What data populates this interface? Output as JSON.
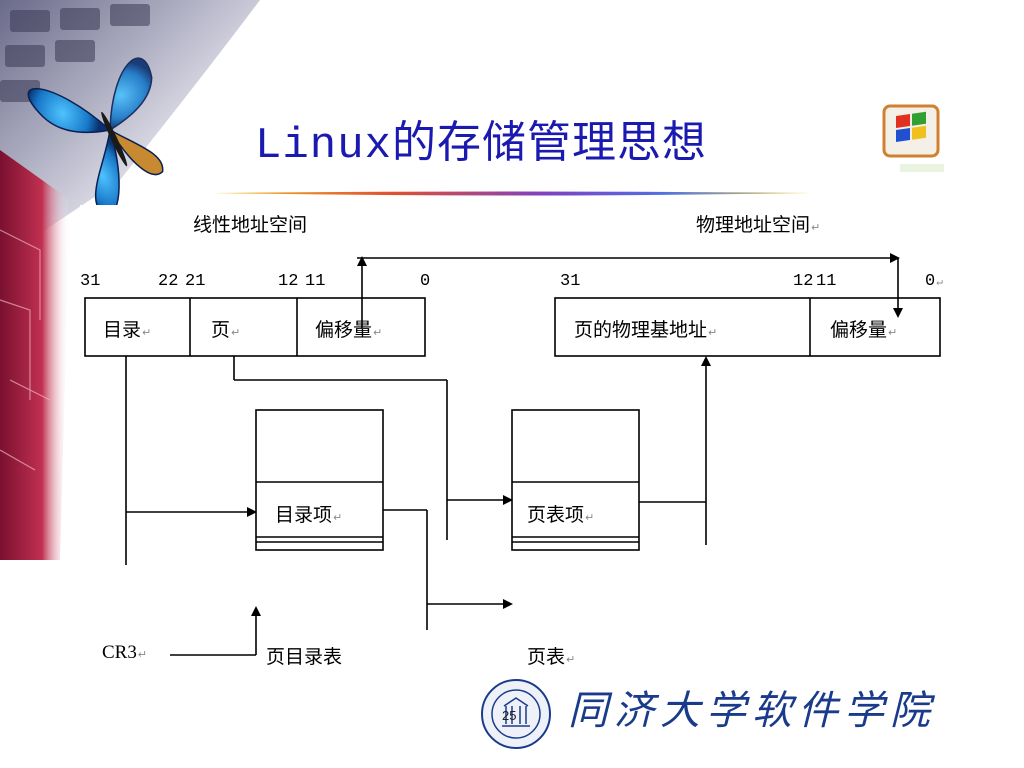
{
  "slide": {
    "title": "Linux的存储管理思想",
    "page_number": "25",
    "footer_school": "同济大学软件学院"
  },
  "diagram": {
    "linear_space_label": "线性地址空间",
    "physical_space_label": "物理地址空间",
    "linear_bits": {
      "b31": "31",
      "b22": "22",
      "b21": "21",
      "b12": "12",
      "b11": "11",
      "b0": "0"
    },
    "physical_bits": {
      "b31": "31",
      "b12": "12",
      "b11": "11",
      "b0": "0"
    },
    "linear_fields": [
      "目录",
      "页",
      "偏移量"
    ],
    "physical_fields": [
      "页的物理基地址",
      "偏移量"
    ],
    "dir_entry": "目录项",
    "page_entry": "页表项",
    "cr3": "CR3",
    "page_dir_table": "页目录表",
    "page_table": "页表",
    "return_mark": "↵"
  },
  "colors": {
    "title": "#1a1ab0",
    "school": "#1a3b8c"
  }
}
